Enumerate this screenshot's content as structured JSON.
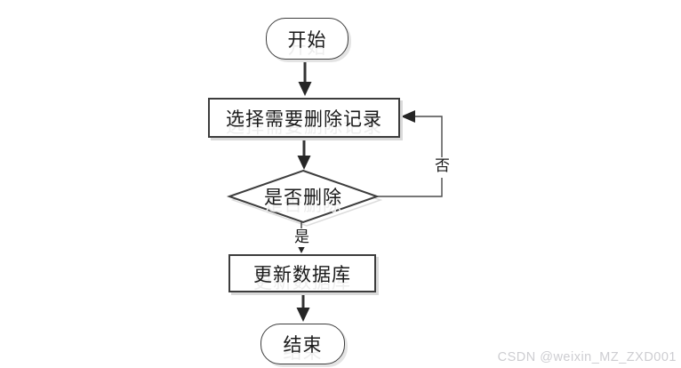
{
  "flowchart": {
    "title": "delete-record-flow",
    "nodes": [
      {
        "id": "start",
        "type": "terminator",
        "label": "开始"
      },
      {
        "id": "select-records",
        "type": "process",
        "label": "选择需要删除记录"
      },
      {
        "id": "delete-decision",
        "type": "decision",
        "label": "是否删除"
      },
      {
        "id": "update-database",
        "type": "process",
        "label": "更新数据库"
      },
      {
        "id": "end",
        "type": "terminator",
        "label": "结束"
      }
    ],
    "edges": [
      {
        "from": "start",
        "to": "select-records",
        "label": ""
      },
      {
        "from": "select-records",
        "to": "delete-decision",
        "label": ""
      },
      {
        "from": "delete-decision",
        "to": "update-database",
        "label": "是"
      },
      {
        "from": "delete-decision",
        "to": "select-records",
        "label": "否"
      },
      {
        "from": "update-database",
        "to": "end",
        "label": ""
      }
    ]
  },
  "watermark": {
    "text": "CSDN @weixin_MZ_ZXD001",
    "color": "#cdcdd1"
  },
  "colors": {
    "background": "#ffffff",
    "node_border": "#3d3d3d",
    "arrow": "#333333",
    "loop_line": "#4a4a4a",
    "shadow": "#dcdcdc",
    "text": "#1a1a1a"
  }
}
